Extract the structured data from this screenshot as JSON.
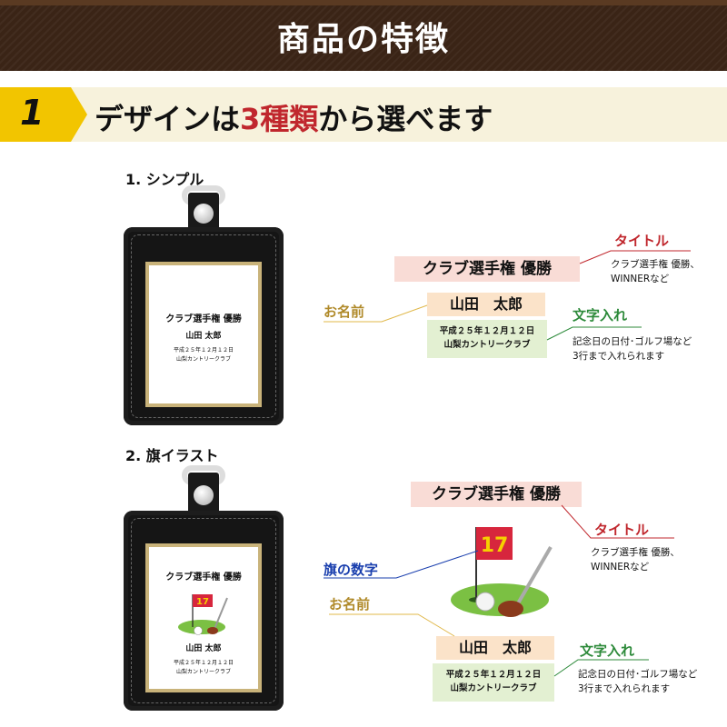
{
  "header": {
    "title": "商品の特徴"
  },
  "section": {
    "number": "1",
    "title_pre": "デザインは",
    "title_num": "3種類",
    "title_post": "から選べます"
  },
  "design1": {
    "label": "1. シンプル",
    "card": {
      "title": "クラブ選手権 優勝",
      "name": "山田 太郎",
      "line1": "平成２５年１２月１２日",
      "line2": "山梨カントリークラブ"
    },
    "title_box": "クラブ選手権 優勝",
    "name_box": "山田　太郎",
    "text_line1": "平成２５年１２月１２日",
    "text_line2": "山梨カントリークラブ",
    "callout_title": "タイトル",
    "callout_title_desc1": "クラブ選手権 優勝、",
    "callout_title_desc2": "WINNERなど",
    "callout_name": "お名前",
    "callout_text": "文字入れ",
    "callout_text_desc1": "記念日の日付･ゴルフ場など",
    "callout_text_desc2": "3行まで入れられます"
  },
  "design2": {
    "label": "2. 旗イラスト",
    "card": {
      "title": "クラブ選手権 優勝",
      "flag_number": "17",
      "name": "山田 太郎",
      "line1": "平成２５年１２月１２日",
      "line2": "山梨カントリークラブ"
    },
    "title_box": "クラブ選手権 優勝",
    "flag_number": "17",
    "name_box": "山田　太郎",
    "text_line1": "平成２５年１２月１２日",
    "text_line2": "山梨カントリークラブ",
    "callout_flag": "旗の数字",
    "callout_title": "タイトル",
    "callout_title_desc1": "クラブ選手権 優勝、",
    "callout_title_desc2": "WINNERなど",
    "callout_name": "お名前",
    "callout_text": "文字入れ",
    "callout_text_desc1": "記念日の日付･ゴルフ場など",
    "callout_text_desc2": "3行まで入れられます"
  },
  "colors": {
    "header_bg": "#3a2416",
    "badge_yellow": "#f2c500",
    "accent_red": "#c0272d",
    "accent_green": "#2d8a3a",
    "accent_gold": "#b08a2a",
    "accent_blue": "#1a3fae"
  }
}
